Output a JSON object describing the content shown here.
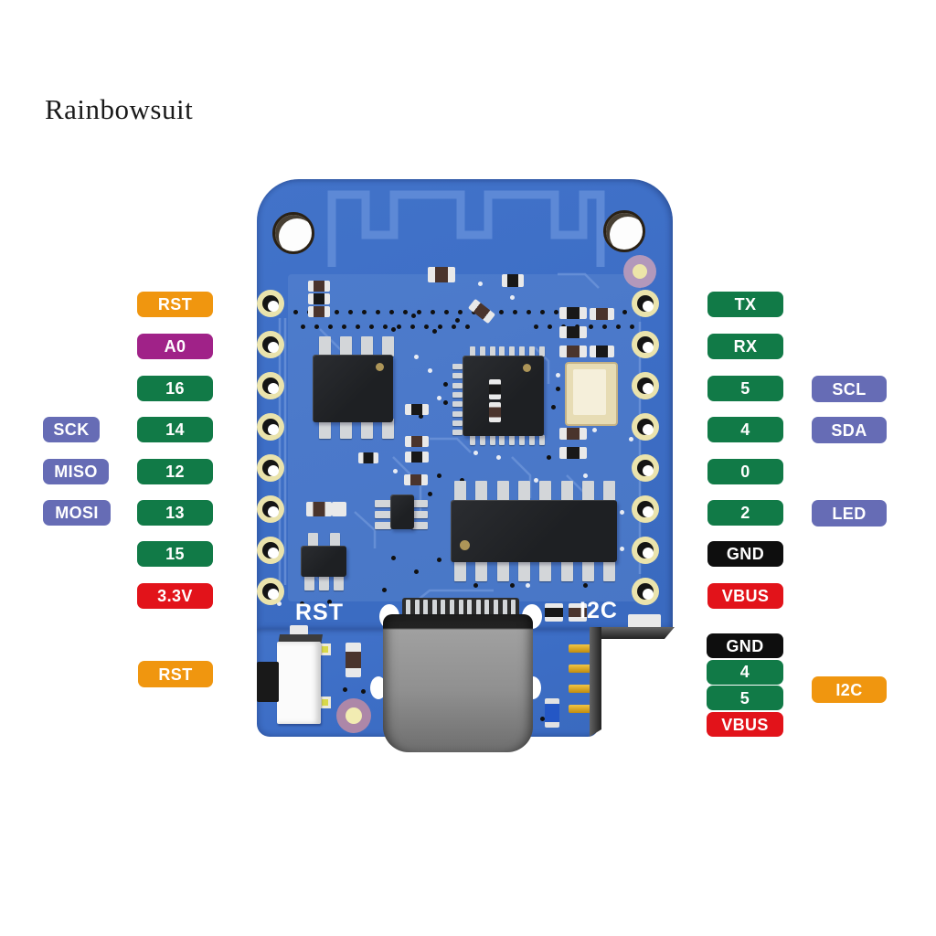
{
  "watermark": "Rainbowsuit",
  "colors": {
    "green": "#117a47",
    "orange": "#f0960f",
    "purple": "#a02288",
    "lavender": "#666cb5",
    "red": "#e2131a",
    "black": "#0e0e0e",
    "pcb_blue": "#3d6ec6",
    "pcb_trace": "#6f96da"
  },
  "silkscreen": {
    "reset_label": "RST",
    "i2c_label": "I2C"
  },
  "pins": {
    "left_outer": [
      {
        "label": "SCK",
        "color": "lavender"
      },
      {
        "label": "MISO",
        "color": "lavender"
      },
      {
        "label": "MOSI",
        "color": "lavender"
      }
    ],
    "left_inner": [
      {
        "label": "RST",
        "color": "orange"
      },
      {
        "label": "A0",
        "color": "purple"
      },
      {
        "label": "16",
        "color": "green"
      },
      {
        "label": "14",
        "color": "green"
      },
      {
        "label": "12",
        "color": "green"
      },
      {
        "label": "13",
        "color": "green"
      },
      {
        "label": "15",
        "color": "green"
      },
      {
        "label": "3.3V",
        "color": "red"
      }
    ],
    "right_inner": [
      {
        "label": "TX",
        "color": "green"
      },
      {
        "label": "RX",
        "color": "green"
      },
      {
        "label": "5",
        "color": "green"
      },
      {
        "label": "4",
        "color": "green"
      },
      {
        "label": "0",
        "color": "green"
      },
      {
        "label": "2",
        "color": "green"
      },
      {
        "label": "GND",
        "color": "black"
      },
      {
        "label": "VBUS",
        "color": "red"
      }
    ],
    "right_outer": [
      {
        "label": "SCL",
        "color": "lavender"
      },
      {
        "label": "SDA",
        "color": "lavender"
      },
      {
        "label": "LED",
        "color": "lavender"
      }
    ],
    "bottom_left": [
      {
        "label": "RST",
        "color": "orange"
      }
    ],
    "bottom_right_stack": [
      {
        "label": "GND",
        "color": "black"
      },
      {
        "label": "4",
        "color": "green"
      },
      {
        "label": "5",
        "color": "green"
      },
      {
        "label": "VBUS",
        "color": "red"
      }
    ],
    "bottom_right_outer": [
      {
        "label": "I2C",
        "color": "orange"
      }
    ]
  }
}
